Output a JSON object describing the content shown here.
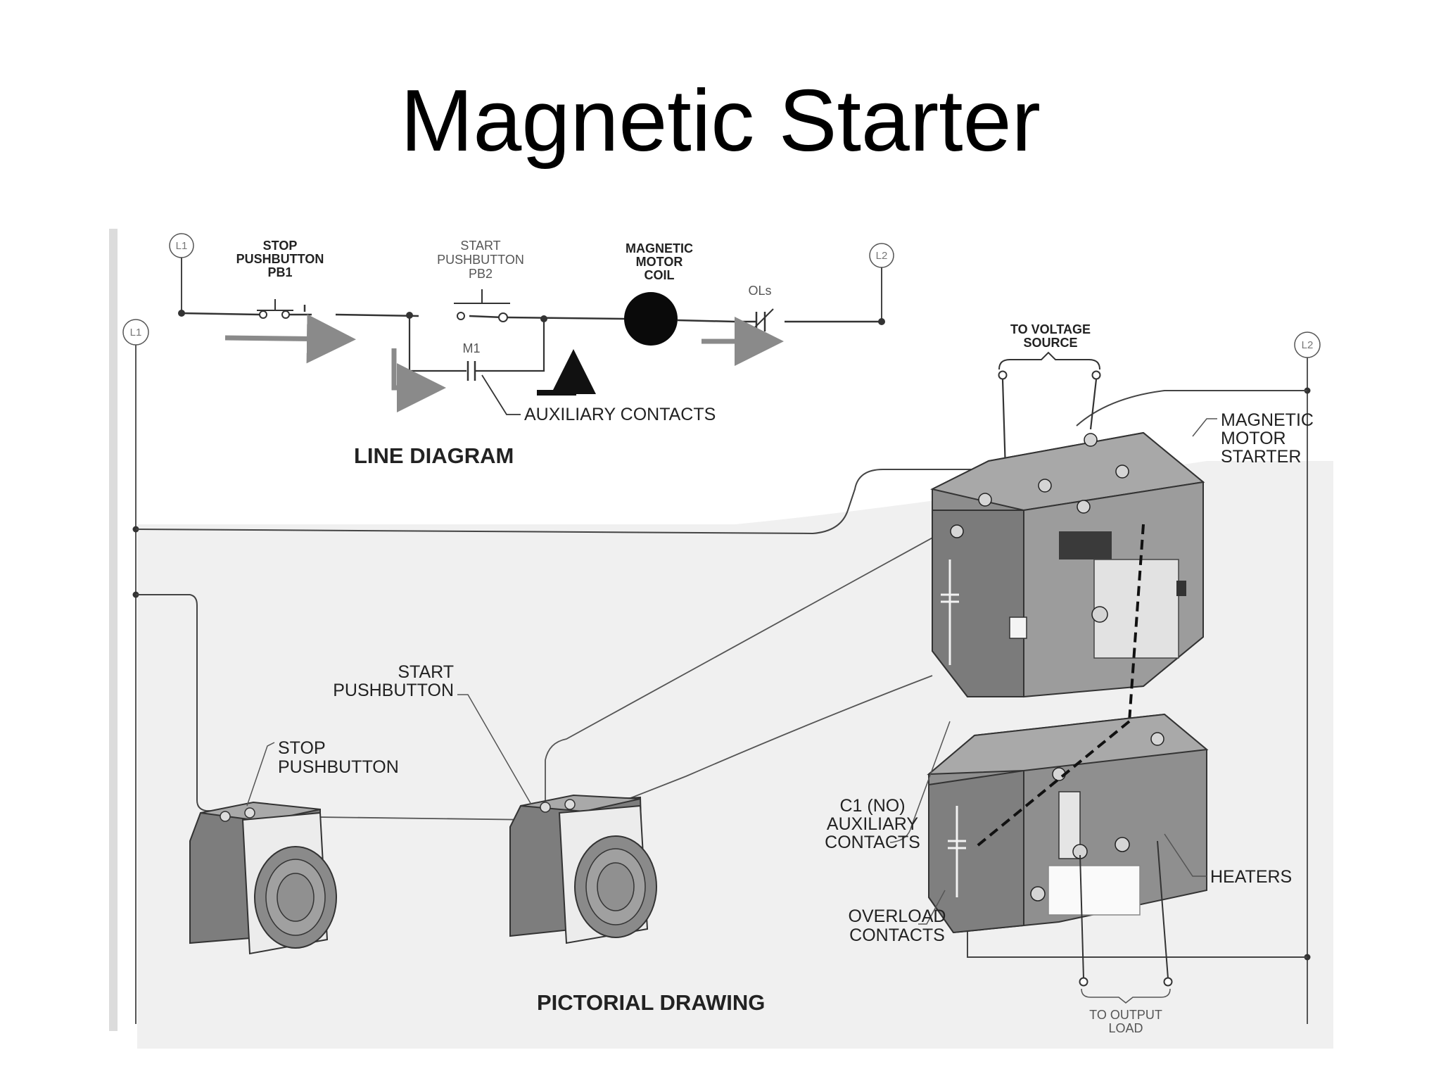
{
  "slide": {
    "title": "Magnetic Starter"
  },
  "line_diagram": {
    "heading": "LINE DIAGRAM",
    "l1": "L1",
    "l2": "L2",
    "stop_pb": [
      "STOP",
      "PUSHBUTTON",
      "PB1"
    ],
    "start_pb": [
      "START",
      "PUSHBUTTON",
      "PB2"
    ],
    "coil": [
      "MAGNETIC",
      "MOTOR",
      "COIL"
    ],
    "ols": "OLs",
    "m1": "M1",
    "aux_contacts": "AUXILIARY CONTACTS"
  },
  "pictorial": {
    "heading": "PICTORIAL DRAWING",
    "l1": "L1",
    "l2": "L2",
    "to_voltage_source": [
      "TO VOLTAGE",
      "SOURCE"
    ],
    "magnetic_motor_starter": [
      "MAGNETIC",
      "MOTOR",
      "STARTER"
    ],
    "start_pushbutton": [
      "START",
      "PUSHBUTTON"
    ],
    "stop_pushbutton": [
      "STOP",
      "PUSHBUTTON"
    ],
    "c1_aux": [
      "C1 (NO)",
      "AUXILIARY",
      "CONTACTS"
    ],
    "heaters": "HEATERS",
    "overload_contacts": [
      "OVERLOAD",
      "CONTACTS"
    ],
    "to_output_load": [
      "TO OUTPUT",
      "LOAD"
    ]
  }
}
